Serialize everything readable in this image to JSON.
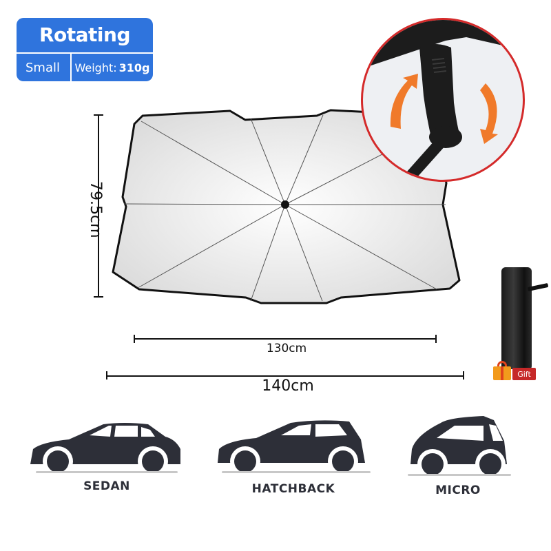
{
  "badge": {
    "title": "Rotating",
    "size": "Small",
    "weight_label": "Weight:",
    "weight_value": "310g",
    "color": "#2f74dd"
  },
  "dimensions": {
    "height": "79.5cm",
    "inner_width": "130cm",
    "outer_width": "140cm"
  },
  "detail_callout": {
    "icon": "rotate-arrows-icon",
    "border_color": "#d42a2a",
    "arrow_color": "#f07a2a"
  },
  "accessory": {
    "icon": "storage-bag-icon",
    "gift_label": "Gift"
  },
  "car_types": [
    {
      "label": "SEDAN",
      "icon": "sedan-car-icon"
    },
    {
      "label": "HATCHBACK",
      "icon": "hatchback-car-icon"
    },
    {
      "label": "MICRO",
      "icon": "micro-car-icon"
    }
  ]
}
